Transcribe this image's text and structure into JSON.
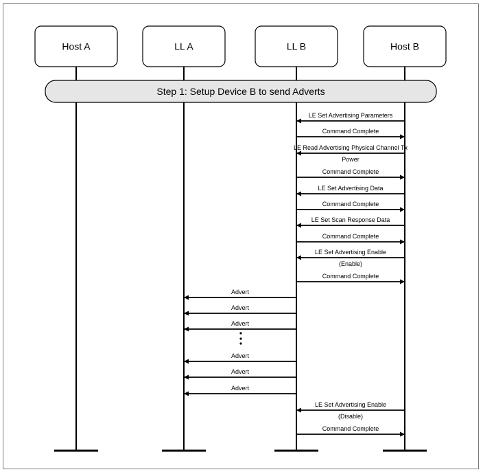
{
  "lifelines": [
    "Host A",
    "LL A",
    "LL B",
    "Host B"
  ],
  "step_banner": "Step 1: Setup Device B to send Adverts",
  "messages": [
    {
      "from": "Host B",
      "to": "LL B",
      "lines": [
        "LE Set Advertising Parameters"
      ]
    },
    {
      "from": "LL B",
      "to": "Host B",
      "lines": [
        "Command Complete"
      ]
    },
    {
      "from": "Host B",
      "to": "LL B",
      "lines": [
        "LE Read Advertising Physical Channel Tx",
        "Power"
      ]
    },
    {
      "from": "LL B",
      "to": "Host B",
      "lines": [
        "Command Complete"
      ]
    },
    {
      "from": "Host B",
      "to": "LL B",
      "lines": [
        "LE Set Advertising Data"
      ]
    },
    {
      "from": "LL B",
      "to": "Host B",
      "lines": [
        "Command Complete"
      ]
    },
    {
      "from": "Host B",
      "to": "LL B",
      "lines": [
        "LE Set Scan Response Data"
      ]
    },
    {
      "from": "LL B",
      "to": "Host B",
      "lines": [
        "Command Complete"
      ]
    },
    {
      "from": "Host B",
      "to": "LL B",
      "lines": [
        "LE Set Advertising Enable",
        "(Enable)"
      ]
    },
    {
      "from": "LL B",
      "to": "Host B",
      "lines": [
        "Command Complete"
      ]
    },
    {
      "from": "LL B",
      "to": "LL A",
      "lines": [
        "Advert"
      ]
    },
    {
      "from": "LL B",
      "to": "LL A",
      "lines": [
        "Advert"
      ]
    },
    {
      "from": "LL B",
      "to": "LL A",
      "lines": [
        "Advert"
      ]
    },
    {
      "from": "LL B",
      "to": "LL A",
      "lines": [
        "Advert"
      ]
    },
    {
      "from": "LL B",
      "to": "LL A",
      "lines": [
        "Advert"
      ]
    },
    {
      "from": "LL B",
      "to": "LL A",
      "lines": [
        "Advert"
      ]
    },
    {
      "from": "Host B",
      "to": "LL B",
      "lines": [
        "LE Set Advertising Enable",
        "(Disable)"
      ]
    },
    {
      "from": "LL B",
      "to": "Host B",
      "lines": [
        "Command Complete"
      ]
    }
  ],
  "ellipsis_after_message": 12,
  "colors": {
    "line": "#000000",
    "banner_fill": "#e6e6e6",
    "box_fill": "#ffffff",
    "frame": "#7a7a7a"
  }
}
